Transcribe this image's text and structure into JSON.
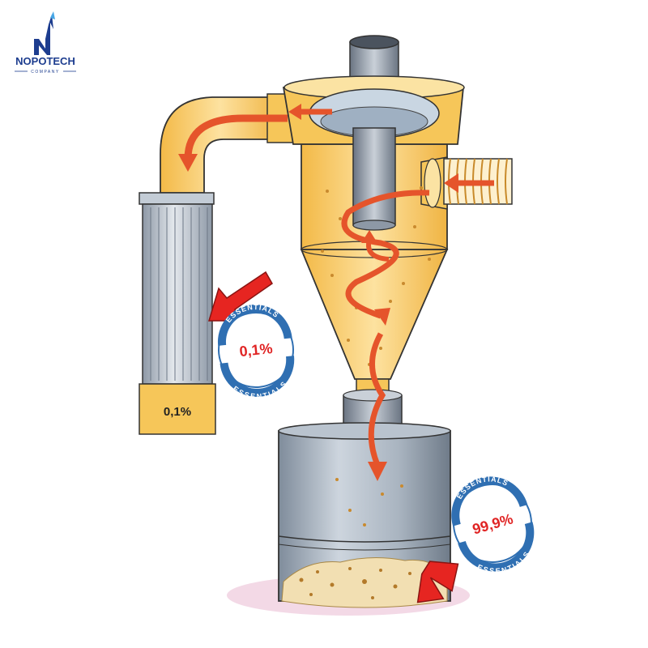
{
  "logo": {
    "name": "NOPOTECH",
    "subtitle": "COMPANY"
  },
  "filter": {
    "percent_label": "0,1%"
  },
  "badges": [
    {
      "top_text": "ESSENTIALS",
      "value": "0,1%",
      "bottom_text": "ESSENTIALS"
    },
    {
      "top_text": "ESSENTIALS",
      "value": "99,9%",
      "bottom_text": "ESSENTIALS"
    }
  ],
  "colors": {
    "cyclone_body": "#f6c659",
    "cyclone_light": "#fbe3a3",
    "flow_arrow": "#e5542b",
    "pointer_arrow": "#e62521",
    "badge_blue": "#2f6fb2",
    "badge_red": "#e02424",
    "steel": "#9aa6b4",
    "logo_navy": "#1d3d8f"
  }
}
